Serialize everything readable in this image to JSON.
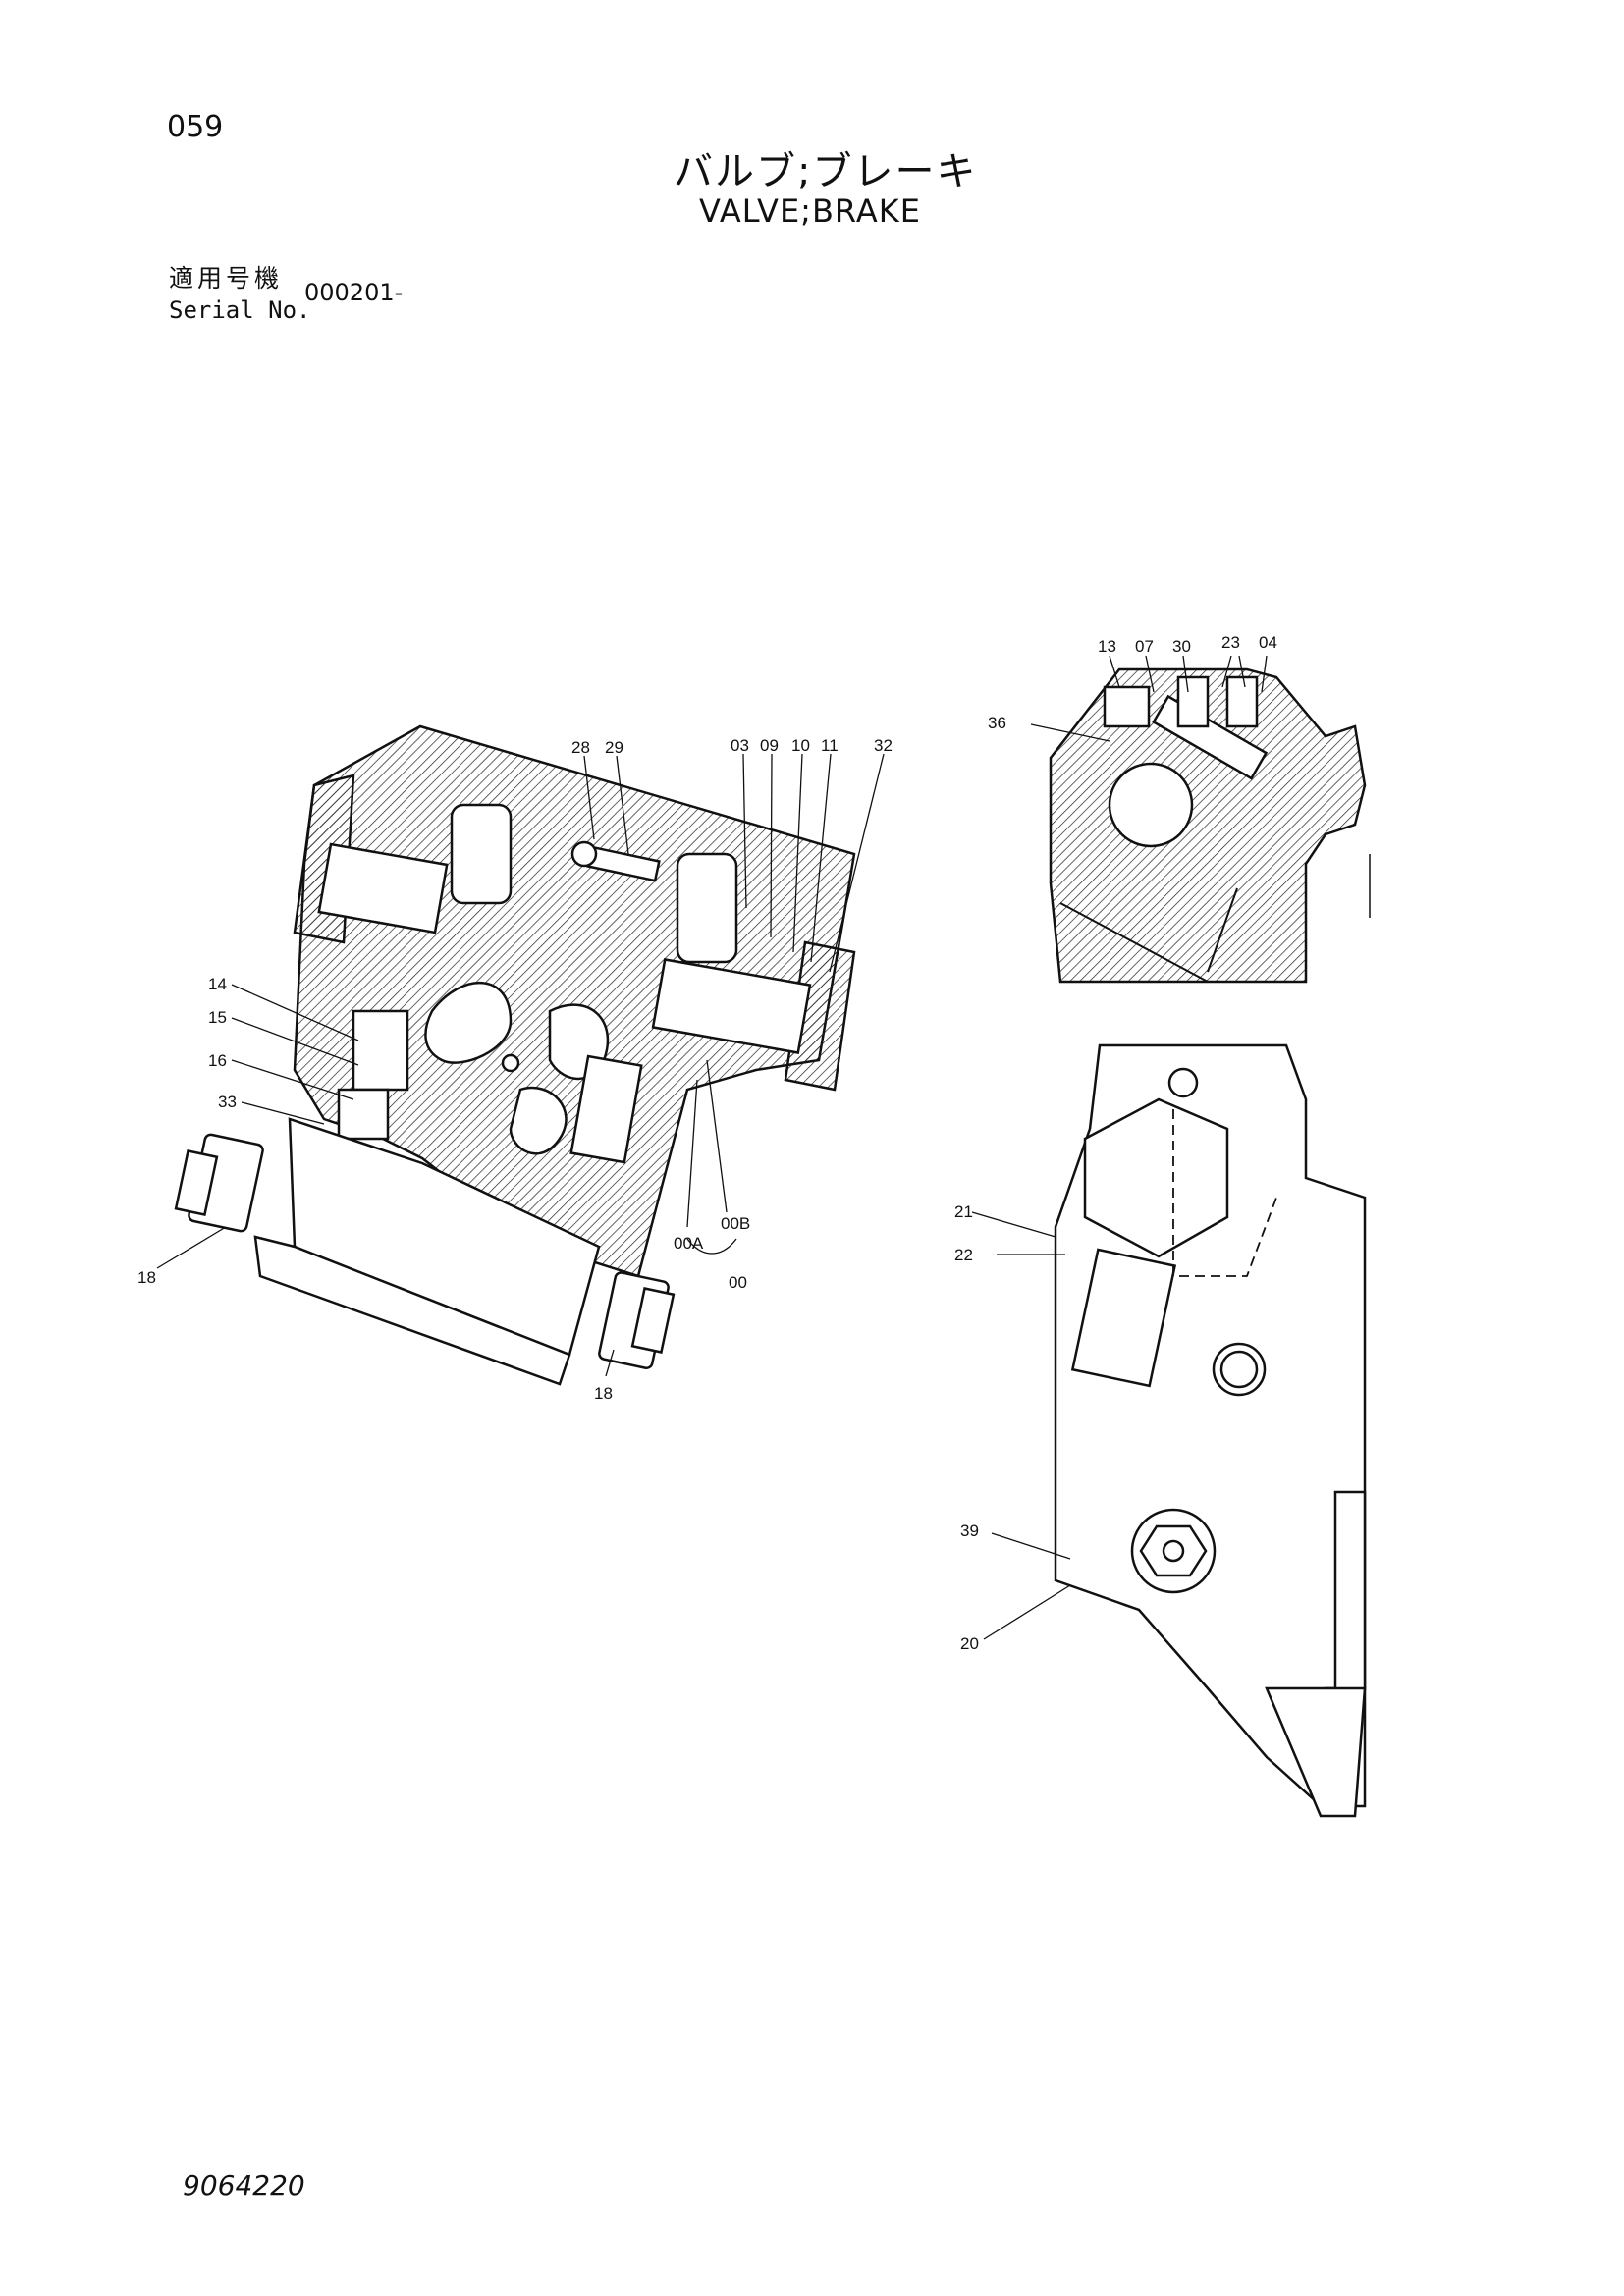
{
  "header": {
    "page_number": "059",
    "title_jp": "バルブ;ブレーキ",
    "title_en": "VALVE;BRAKE"
  },
  "serial": {
    "label_jp": "適用号機",
    "label_en": "Serial No.",
    "value": "000201-"
  },
  "footer": {
    "doc_number": "9064220"
  },
  "callouts": {
    "c28": "28",
    "c29": "29",
    "c03": "03",
    "c09": "09",
    "c10": "10",
    "c11": "11",
    "c32": "32",
    "c14": "14",
    "c15": "15",
    "c16": "16",
    "c33": "33",
    "c18a": "18",
    "c18b": "18",
    "c00A": "00A",
    "c00B": "00B",
    "c00": "00",
    "c13": "13",
    "c07": "07",
    "c30": "30",
    "c23": "23",
    "c04": "04",
    "c36": "36",
    "c21": "21",
    "c22": "22",
    "c39": "39",
    "c20": "20"
  }
}
